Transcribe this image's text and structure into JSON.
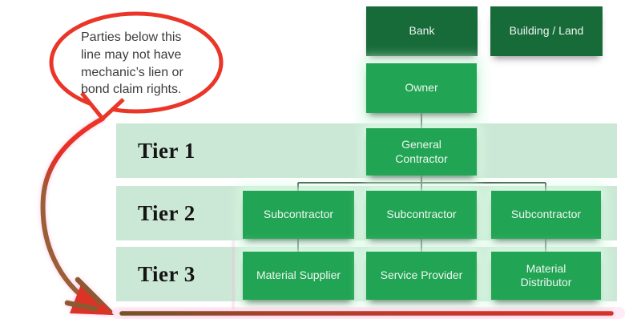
{
  "diagram": {
    "top_boxes": [
      {
        "label": "Bank"
      },
      {
        "label": "Building / Land"
      }
    ],
    "owner_label": "Owner",
    "tiers": [
      {
        "label": "Tier 1",
        "boxes": [
          "General Contractor"
        ]
      },
      {
        "label": "Tier 2",
        "boxes": [
          "Subcontractor",
          "Subcontractor",
          "Subcontractor"
        ]
      },
      {
        "label": "Tier 3",
        "boxes": [
          "Material Supplier",
          "Service Provider",
          "Material Distributor"
        ]
      }
    ]
  },
  "annotation": {
    "bubble_lines": [
      "Parties below this",
      "line may not have",
      "mechanic’s lien or",
      "bond claim rights."
    ]
  },
  "colors": {
    "dark_green": "#176b39",
    "mid_green": "#21a453",
    "tier_band_green": "#cbe7d5",
    "connector": "#24422c",
    "annotation_red": "#e8382a",
    "annotation_brown": "#8f5c34",
    "box_text": "#eef7f1"
  }
}
